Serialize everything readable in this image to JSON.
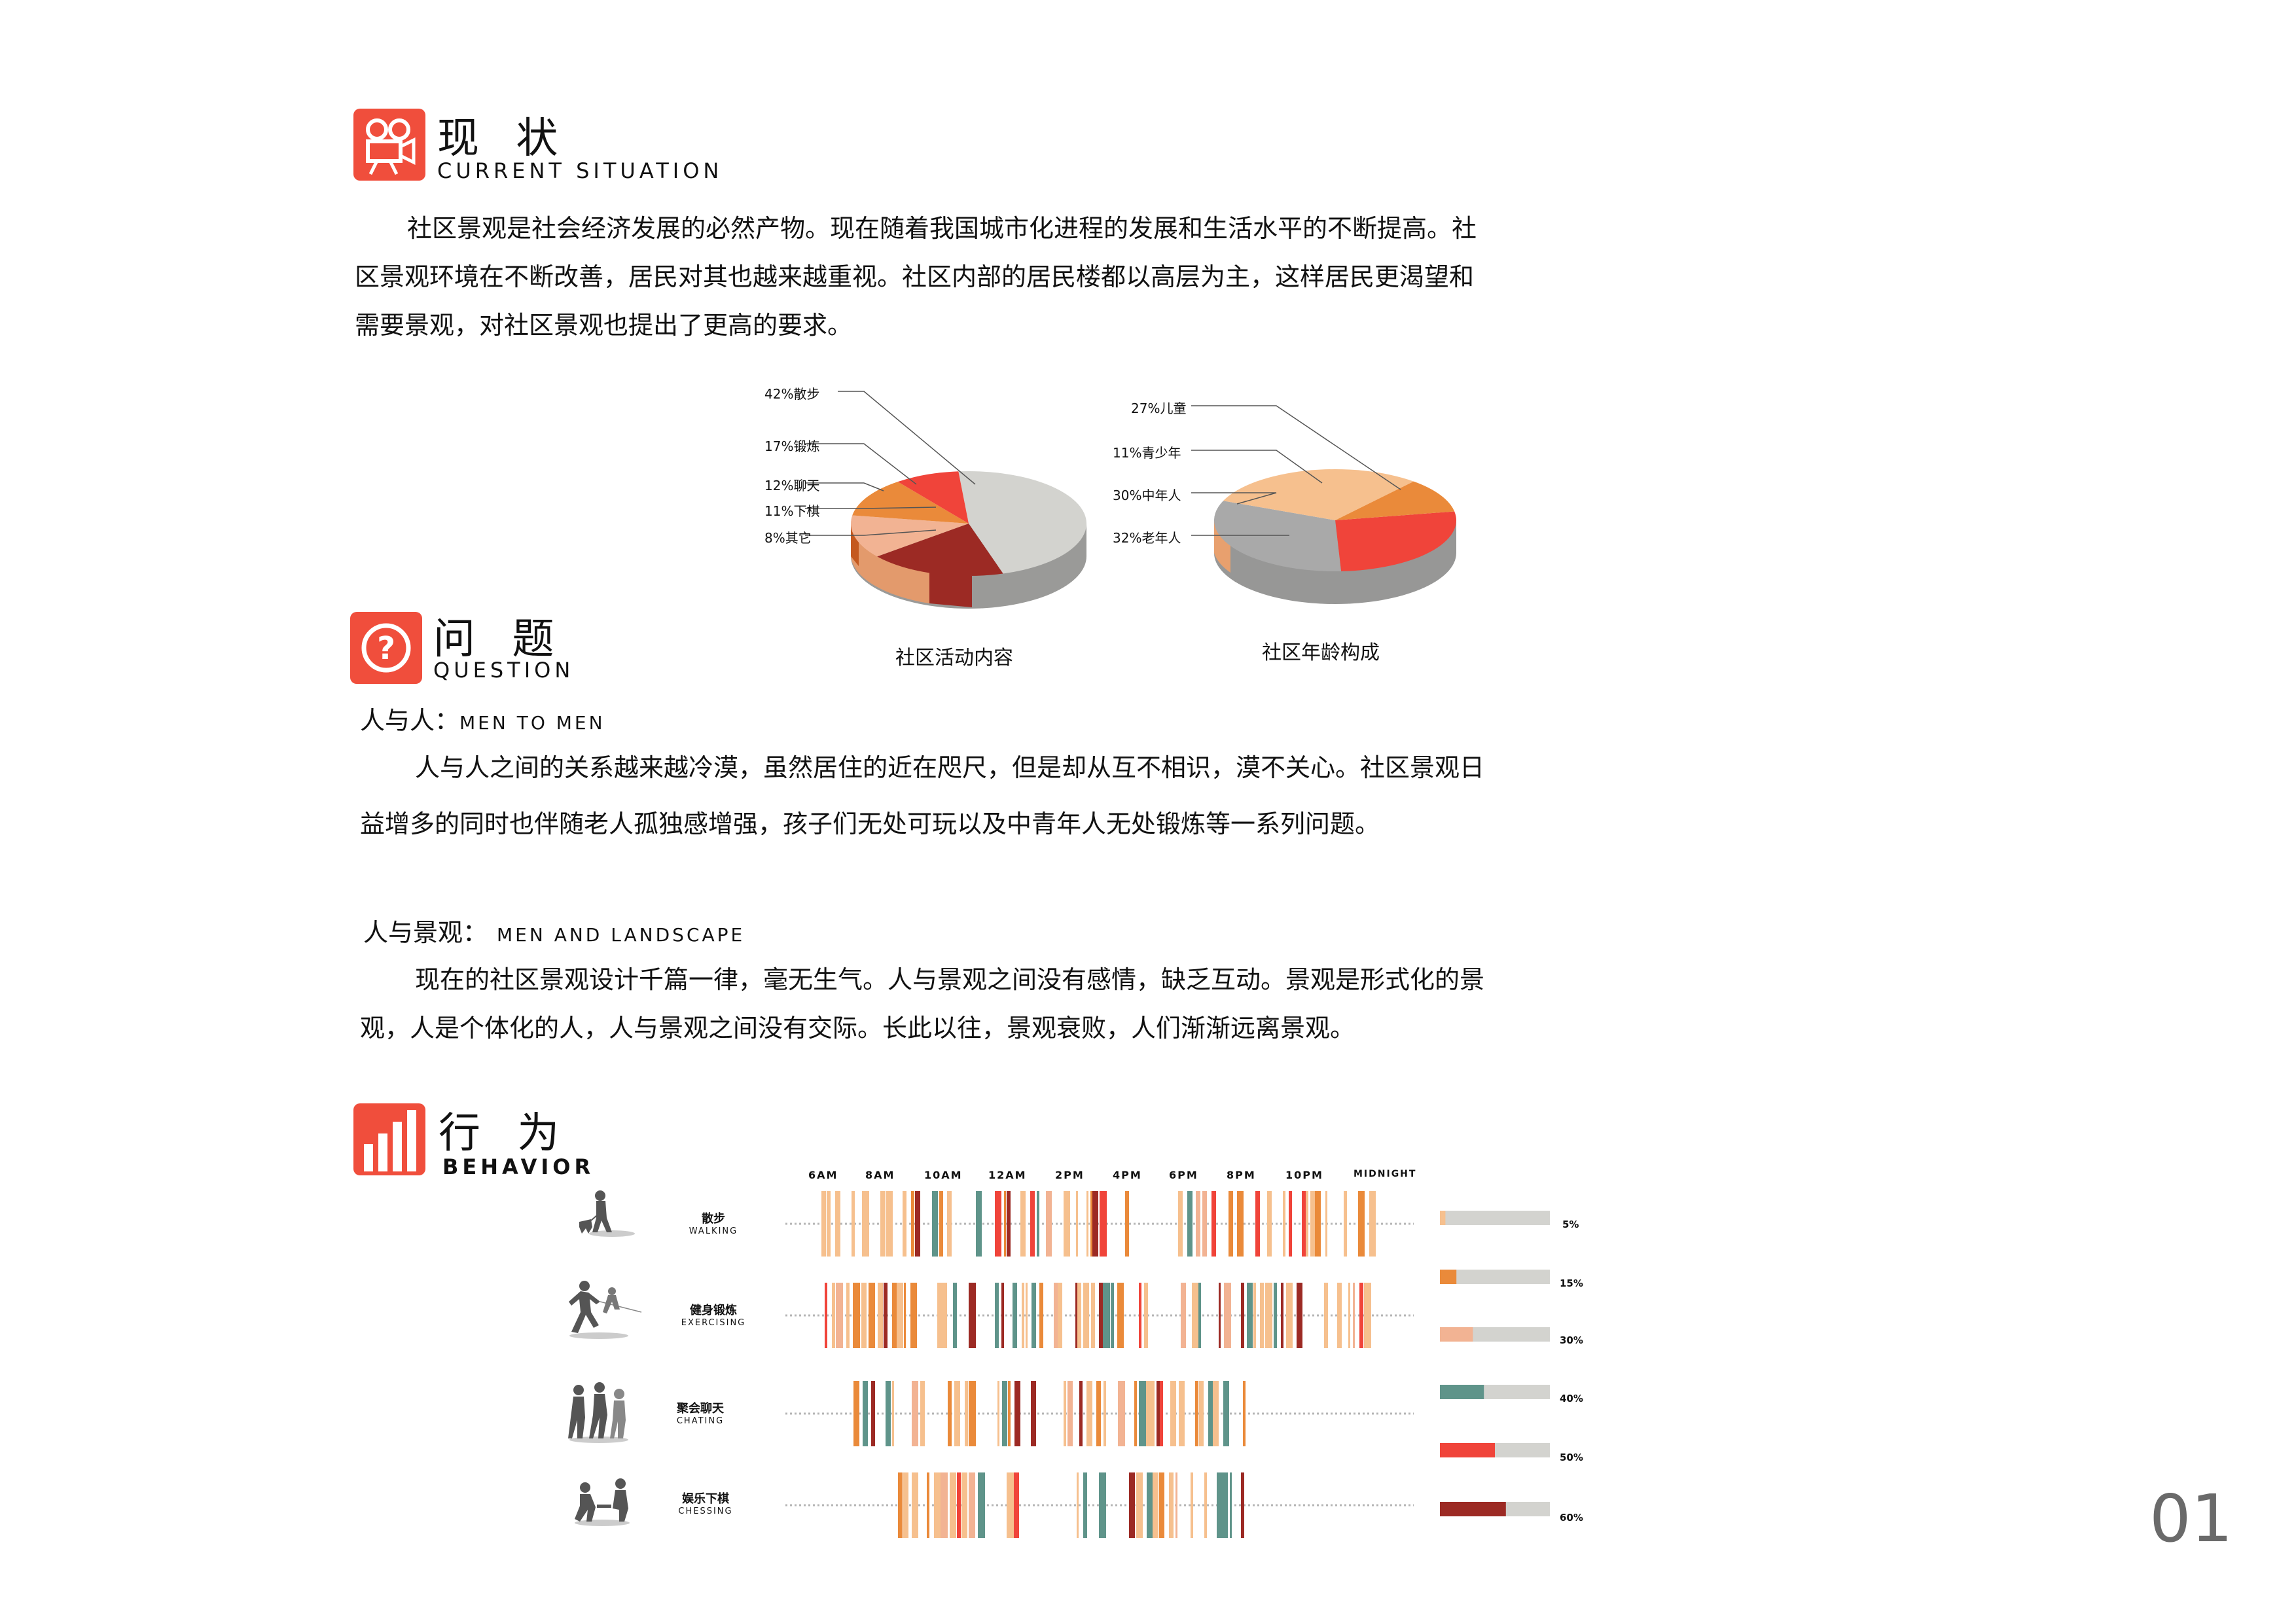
{
  "colors": {
    "accent": "#f04e3c",
    "peach": "#f6c08e",
    "orange": "#ea8a3a",
    "red": "#f0443a",
    "darkred": "#9c2a24",
    "teal": "#5f948a",
    "salmon": "#f2b393",
    "gray": "#d3d3cf"
  },
  "sections": {
    "current": {
      "icon": "film-camera-icon",
      "title_cn": "现 状",
      "title_en": "CURRENT SITUATION",
      "paragraph": [
        "社区景观是社会经济发展的必然产物。现在随着我国城市化进程的发展和生活水平的不断提高。社",
        "区景观环境在不断改善，居民对其也越来越重视。社区内部的居民楼都以高层为主，这样居民更渴望和",
        "需要景观，对社区景观也提出了更高的要求。"
      ]
    },
    "question": {
      "icon": "question-mark-icon",
      "title_cn": "问 题",
      "title_en": "QUESTION",
      "sub1_cn": "人与人：",
      "sub1_en": "MEN TO MEN",
      "para1": [
        "人与人之间的关系越来越冷漠，虽然居住的近在咫尺，但是却从互不相识，漠不关心。社区景观日",
        "益增多的同时也伴随老人孤独感增强，孩子们无处可玩以及中青年人无处锻炼等一系列问题。"
      ],
      "sub2_cn": "人与景观：",
      "sub2_en": "MEN AND LANDSCAPE",
      "para2": [
        "现在的社区景观设计千篇一律，毫无生气。人与景观之间没有感情，缺乏互动。景观是形式化的景",
        "观，人是个体化的人，人与景观之间没有交际。长此以往，景观衰败，人们渐渐远离景观。"
      ]
    },
    "behavior": {
      "icon": "bar-chart-icon",
      "title_cn": "行 为",
      "title_en": "BEHAVIOR"
    }
  },
  "chart_data": [
    {
      "type": "pie",
      "title": "社区活动内容",
      "labels": [
        "42%散步",
        "17%锻炼",
        "12%聊天",
        "11%下棋",
        "8%其它"
      ],
      "values": [
        42,
        17,
        12,
        11,
        8
      ],
      "colors": [
        "#d3d3cf",
        "#9c2a24",
        "#f2b393",
        "#ea8a3a",
        "#f0443a"
      ]
    },
    {
      "type": "pie",
      "title": "社区年龄构成",
      "labels": [
        "27%儿童",
        "11%青少年",
        "30%中年人",
        "32%老年人"
      ],
      "values": [
        27,
        11,
        30,
        32
      ],
      "colors": [
        "#f0443a",
        "#ea8a3a",
        "#f6c08e",
        "#a9a9a9"
      ]
    },
    {
      "type": "table",
      "time_ticks": [
        "6AM",
        "8AM",
        "10AM",
        "12AM",
        "2PM",
        "4PM",
        "6PM",
        "8PM",
        "10PM",
        "MIDNIGHT"
      ],
      "activities": [
        {
          "cn": "散步",
          "en": "WALKING",
          "icon": "walking-dog-icon"
        },
        {
          "cn": "健身锻炼",
          "en": "EXERCISING",
          "icon": "running-icon"
        },
        {
          "cn": "聚会聊天",
          "en": "CHATING",
          "icon": "group-chat-icon"
        },
        {
          "cn": "娱乐下棋",
          "en": "CHESSING",
          "icon": "chess-players-icon"
        }
      ],
      "legend": [
        {
          "label": "5%",
          "value": 5,
          "color": "#f6c08e"
        },
        {
          "label": "15%",
          "value": 15,
          "color": "#ea8a3a"
        },
        {
          "label": "30%",
          "value": 30,
          "color": "#f2b393"
        },
        {
          "label": "40%",
          "value": 40,
          "color": "#5f948a"
        },
        {
          "label": "50%",
          "value": 50,
          "color": "#f0443a"
        },
        {
          "label": "60%",
          "value": 60,
          "color": "#9c2a24"
        }
      ]
    }
  ],
  "page_number": "01"
}
